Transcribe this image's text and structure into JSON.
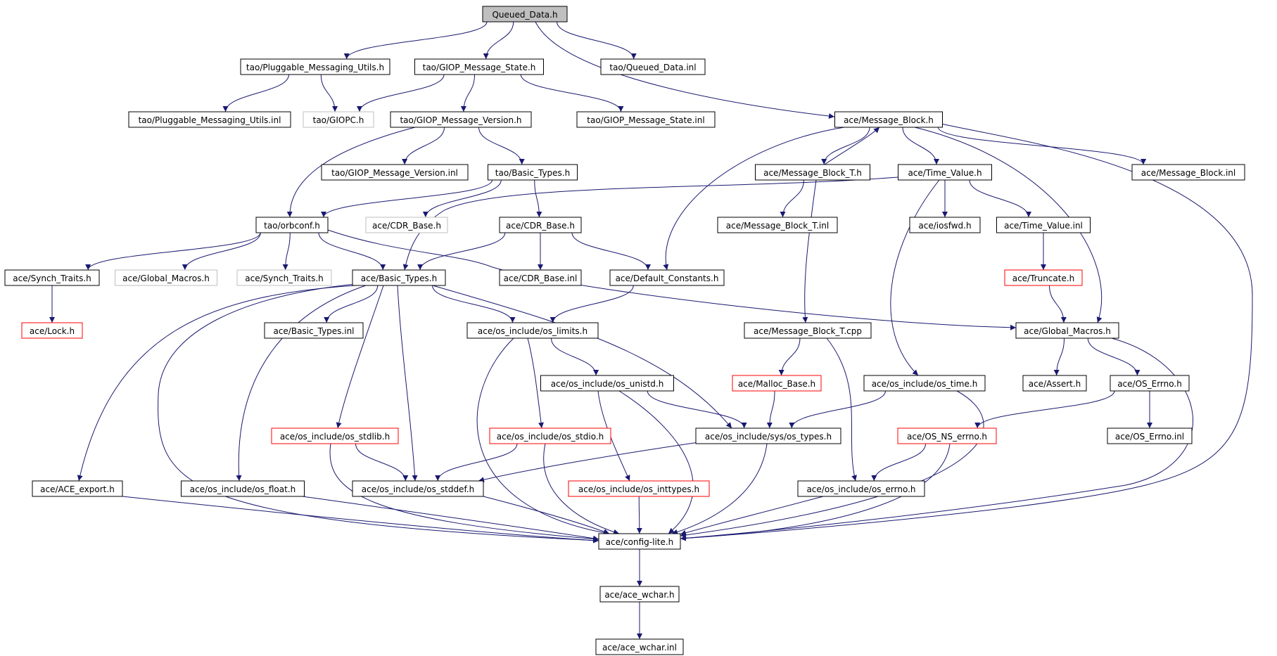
{
  "graph": {
    "nodes": [
      {
        "id": "queued_data_h",
        "label": "Queued_Data.h",
        "kind": "root"
      },
      {
        "id": "tao_pluggable_messaging_utils_h",
        "label": "tao/Pluggable_Messaging_Utils.h",
        "kind": "normal"
      },
      {
        "id": "tao_giop_message_state_h",
        "label": "tao/GIOP_Message_State.h",
        "kind": "normal"
      },
      {
        "id": "tao_queued_data_inl",
        "label": "tao/Queued_Data.inl",
        "kind": "normal"
      },
      {
        "id": "tao_pluggable_messaging_utils_inl",
        "label": "tao/Pluggable_Messaging_Utils.inl",
        "kind": "normal"
      },
      {
        "id": "tao_giopc_h",
        "label": "tao/GIOPC.h",
        "kind": "external"
      },
      {
        "id": "tao_giop_message_version_h",
        "label": "tao/GIOP_Message_Version.h",
        "kind": "normal"
      },
      {
        "id": "tao_giop_message_state_inl",
        "label": "tao/GIOP_Message_State.inl",
        "kind": "normal"
      },
      {
        "id": "ace_message_block_h",
        "label": "ace/Message_Block.h",
        "kind": "normal"
      },
      {
        "id": "tao_giop_message_version_inl",
        "label": "tao/GIOP_Message_Version.inl",
        "kind": "normal"
      },
      {
        "id": "tao_basic_types_h",
        "label": "tao/Basic_Types.h",
        "kind": "normal"
      },
      {
        "id": "ace_message_block_t_h",
        "label": "ace/Message_Block_T.h",
        "kind": "normal"
      },
      {
        "id": "ace_time_value_h",
        "label": "ace/Time_Value.h",
        "kind": "normal"
      },
      {
        "id": "ace_message_block_inl",
        "label": "ace/Message_Block.inl",
        "kind": "normal"
      },
      {
        "id": "tao_orbconf_h",
        "label": "tao/orbconf.h",
        "kind": "normal"
      },
      {
        "id": "ace_cdr_base_h_ext",
        "label": "ace/CDR_Base.h",
        "kind": "external"
      },
      {
        "id": "ace_cdr_base_h",
        "label": "ace/CDR_Base.h",
        "kind": "normal"
      },
      {
        "id": "ace_message_block_t_inl",
        "label": "ace/Message_Block_T.inl",
        "kind": "normal"
      },
      {
        "id": "ace_iosfwd_h",
        "label": "ace/iosfwd.h",
        "kind": "normal"
      },
      {
        "id": "ace_time_value_inl",
        "label": "ace/Time_Value.inl",
        "kind": "normal"
      },
      {
        "id": "ace_synch_traits_h",
        "label": "ace/Synch_Traits.h",
        "kind": "normal"
      },
      {
        "id": "ace_global_macros_h_ext",
        "label": "ace/Global_Macros.h",
        "kind": "external"
      },
      {
        "id": "ace_synch_traits_h_ext",
        "label": "ace/Synch_Traits.h",
        "kind": "external"
      },
      {
        "id": "ace_basic_types_h",
        "label": "ace/Basic_Types.h",
        "kind": "normal"
      },
      {
        "id": "ace_cdr_base_inl",
        "label": "ace/CDR_Base.inl",
        "kind": "normal"
      },
      {
        "id": "ace_default_constants_h",
        "label": "ace/Default_Constants.h",
        "kind": "normal"
      },
      {
        "id": "ace_truncate_h",
        "label": "ace/Truncate.h",
        "kind": "truncated"
      },
      {
        "id": "ace_lock_h",
        "label": "ace/Lock.h",
        "kind": "truncated"
      },
      {
        "id": "ace_basic_types_inl",
        "label": "ace/Basic_Types.inl",
        "kind": "normal"
      },
      {
        "id": "ace_os_include_os_limits_h",
        "label": "ace/os_include/os_limits.h",
        "kind": "normal"
      },
      {
        "id": "ace_message_block_t_cpp",
        "label": "ace/Message_Block_T.cpp",
        "kind": "normal"
      },
      {
        "id": "ace_global_macros_h",
        "label": "ace/Global_Macros.h",
        "kind": "normal"
      },
      {
        "id": "ace_os_include_os_unistd_h",
        "label": "ace/os_include/os_unistd.h",
        "kind": "normal"
      },
      {
        "id": "ace_malloc_base_h",
        "label": "ace/Malloc_Base.h",
        "kind": "truncated"
      },
      {
        "id": "ace_os_include_os_time_h",
        "label": "ace/os_include/os_time.h",
        "kind": "normal"
      },
      {
        "id": "ace_assert_h",
        "label": "ace/Assert.h",
        "kind": "normal"
      },
      {
        "id": "ace_os_errno_h",
        "label": "ace/OS_Errno.h",
        "kind": "normal"
      },
      {
        "id": "ace_os_include_os_stdlib_h",
        "label": "ace/os_include/os_stdlib.h",
        "kind": "truncated"
      },
      {
        "id": "ace_os_include_os_stdio_h",
        "label": "ace/os_include/os_stdio.h",
        "kind": "truncated"
      },
      {
        "id": "ace_os_include_sys_os_types_h",
        "label": "ace/os_include/sys/os_types.h",
        "kind": "normal"
      },
      {
        "id": "ace_os_ns_errno_h",
        "label": "ace/OS_NS_errno.h",
        "kind": "truncated"
      },
      {
        "id": "ace_os_errno_inl",
        "label": "ace/OS_Errno.inl",
        "kind": "normal"
      },
      {
        "id": "ace_ace_export_h",
        "label": "ace/ACE_export.h",
        "kind": "normal"
      },
      {
        "id": "ace_os_include_os_float_h",
        "label": "ace/os_include/os_float.h",
        "kind": "normal"
      },
      {
        "id": "ace_os_include_os_stddef_h",
        "label": "ace/os_include/os_stddef.h",
        "kind": "normal"
      },
      {
        "id": "ace_os_include_os_inttypes_h",
        "label": "ace/os_include/os_inttypes.h",
        "kind": "truncated"
      },
      {
        "id": "ace_os_include_os_errno_h",
        "label": "ace/os_include/os_errno.h",
        "kind": "normal"
      },
      {
        "id": "ace_config_lite_h",
        "label": "ace/config-lite.h",
        "kind": "normal"
      },
      {
        "id": "ace_ace_wchar_h",
        "label": "ace/ace_wchar.h",
        "kind": "normal"
      },
      {
        "id": "ace_ace_wchar_inl",
        "label": "ace/ace_wchar.inl",
        "kind": "normal"
      }
    ],
    "edges": [
      [
        "queued_data_h",
        "tao_pluggable_messaging_utils_h"
      ],
      [
        "queued_data_h",
        "tao_giop_message_state_h"
      ],
      [
        "queued_data_h",
        "tao_queued_data_inl"
      ],
      [
        "queued_data_h",
        "ace_message_block_h"
      ],
      [
        "tao_pluggable_messaging_utils_h",
        "tao_pluggable_messaging_utils_inl"
      ],
      [
        "tao_pluggable_messaging_utils_h",
        "tao_giopc_h"
      ],
      [
        "tao_giop_message_state_h",
        "tao_giopc_h"
      ],
      [
        "tao_giop_message_state_h",
        "tao_giop_message_version_h"
      ],
      [
        "tao_giop_message_state_h",
        "tao_giop_message_state_inl"
      ],
      [
        "tao_giop_message_version_h",
        "tao_orbconf_h"
      ],
      [
        "tao_giop_message_version_h",
        "tao_giop_message_version_inl"
      ],
      [
        "tao_giop_message_version_h",
        "tao_basic_types_h"
      ],
      [
        "tao_basic_types_h",
        "tao_orbconf_h"
      ],
      [
        "tao_basic_types_h",
        "ace_cdr_base_h_ext"
      ],
      [
        "tao_basic_types_h",
        "ace_cdr_base_h"
      ],
      [
        "ace_message_block_h",
        "ace_message_block_t_h"
      ],
      [
        "ace_message_block_t_h",
        "ace_message_block_h"
      ],
      [
        "ace_message_block_h",
        "ace_time_value_h"
      ],
      [
        "ace_message_block_h",
        "ace_message_block_inl"
      ],
      [
        "ace_message_block_h",
        "ace_default_constants_h"
      ],
      [
        "ace_message_block_h",
        "ace_global_macros_h"
      ],
      [
        "ace_message_block_h",
        "ace_config_lite_h"
      ],
      [
        "ace_message_block_t_h",
        "ace_message_block_t_inl"
      ],
      [
        "ace_message_block_t_h",
        "ace_message_block_t_cpp"
      ],
      [
        "ace_time_value_h",
        "ace_basic_types_h"
      ],
      [
        "ace_time_value_h",
        "ace_iosfwd_h"
      ],
      [
        "ace_time_value_h",
        "ace_time_value_inl"
      ],
      [
        "ace_time_value_h",
        "ace_os_include_os_time_h"
      ],
      [
        "ace_time_value_inl",
        "ace_truncate_h"
      ],
      [
        "ace_truncate_h",
        "ace_global_macros_h"
      ],
      [
        "tao_orbconf_h",
        "ace_synch_traits_h"
      ],
      [
        "tao_orbconf_h",
        "ace_global_macros_h_ext"
      ],
      [
        "tao_orbconf_h",
        "ace_synch_traits_h_ext"
      ],
      [
        "tao_orbconf_h",
        "ace_basic_types_h"
      ],
      [
        "tao_orbconf_h",
        "ace_global_macros_h"
      ],
      [
        "ace_cdr_base_h",
        "ace_basic_types_h"
      ],
      [
        "ace_cdr_base_h",
        "ace_cdr_base_inl"
      ],
      [
        "ace_cdr_base_h",
        "ace_default_constants_h"
      ],
      [
        "ace_synch_traits_h",
        "ace_lock_h"
      ],
      [
        "ace_default_constants_h",
        "ace_os_include_os_limits_h"
      ],
      [
        "ace_basic_types_h",
        "ace_ace_export_h"
      ],
      [
        "ace_basic_types_h",
        "ace_config_lite_h"
      ],
      [
        "ace_basic_types_h",
        "ace_os_include_os_float_h"
      ],
      [
        "ace_basic_types_h",
        "ace_os_include_os_stdlib_h"
      ],
      [
        "ace_basic_types_h",
        "ace_os_include_os_stddef_h"
      ],
      [
        "ace_basic_types_h",
        "ace_basic_types_inl"
      ],
      [
        "ace_basic_types_h",
        "ace_os_include_os_limits_h"
      ],
      [
        "ace_basic_types_h",
        "ace_os_include_sys_os_types_h"
      ],
      [
        "ace_os_include_os_limits_h",
        "ace_config_lite_h"
      ],
      [
        "ace_os_include_os_limits_h",
        "ace_os_include_os_stdio_h"
      ],
      [
        "ace_os_include_os_limits_h",
        "ace_os_include_os_unistd_h"
      ],
      [
        "ace_os_include_os_unistd_h",
        "ace_os_include_sys_os_types_h"
      ],
      [
        "ace_os_include_os_unistd_h",
        "ace_os_include_os_inttypes_h"
      ],
      [
        "ace_os_include_os_unistd_h",
        "ace_config_lite_h"
      ],
      [
        "ace_message_block_t_cpp",
        "ace_malloc_base_h"
      ],
      [
        "ace_message_block_t_cpp",
        "ace_os_include_os_errno_h"
      ],
      [
        "ace_malloc_base_h",
        "ace_os_include_sys_os_types_h"
      ],
      [
        "ace_os_include_os_time_h",
        "ace_os_include_sys_os_types_h"
      ],
      [
        "ace_os_include_os_time_h",
        "ace_config_lite_h"
      ],
      [
        "ace_global_macros_h",
        "ace_assert_h"
      ],
      [
        "ace_global_macros_h",
        "ace_os_errno_h"
      ],
      [
        "ace_global_macros_h",
        "ace_config_lite_h"
      ],
      [
        "ace_os_errno_h",
        "ace_os_ns_errno_h"
      ],
      [
        "ace_os_errno_h",
        "ace_os_errno_inl"
      ],
      [
        "ace_os_ns_errno_h",
        "ace_os_include_os_errno_h"
      ],
      [
        "ace_os_ns_errno_h",
        "ace_config_lite_h"
      ],
      [
        "ace_os_include_os_stdlib_h",
        "ace_os_include_os_stddef_h"
      ],
      [
        "ace_os_include_os_stdlib_h",
        "ace_config_lite_h"
      ],
      [
        "ace_os_include_os_stdio_h",
        "ace_os_include_os_stddef_h"
      ],
      [
        "ace_os_include_os_stdio_h",
        "ace_config_lite_h"
      ],
      [
        "ace_os_include_sys_os_types_h",
        "ace_os_include_os_stddef_h"
      ],
      [
        "ace_os_include_sys_os_types_h",
        "ace_config_lite_h"
      ],
      [
        "ace_ace_export_h",
        "ace_config_lite_h"
      ],
      [
        "ace_os_include_os_float_h",
        "ace_config_lite_h"
      ],
      [
        "ace_os_include_os_stddef_h",
        "ace_config_lite_h"
      ],
      [
        "ace_os_include_os_inttypes_h",
        "ace_config_lite_h"
      ],
      [
        "ace_os_include_os_errno_h",
        "ace_config_lite_h"
      ],
      [
        "ace_config_lite_h",
        "ace_ace_wchar_h"
      ],
      [
        "ace_ace_wchar_h",
        "ace_ace_wchar_inl"
      ]
    ]
  },
  "colors": {
    "edge": "#191970",
    "node_border": "#000000",
    "external_border": "#bfbfbf",
    "truncated_border": "#ff0000",
    "root_fill": "#bfbfbf"
  }
}
